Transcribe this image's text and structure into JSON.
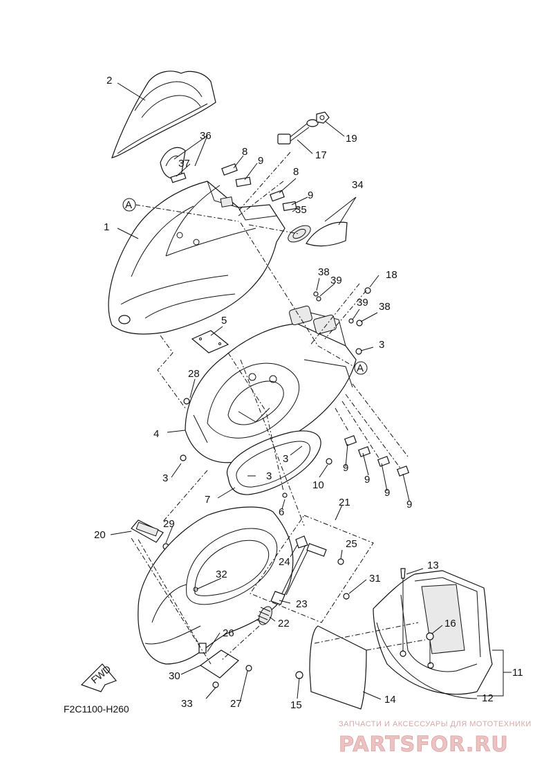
{
  "diagram_code": "F2C1100-H260",
  "fwd_label": "FWD",
  "reference_label": "A",
  "watermark": {
    "tagline": "ЗАПЧАСТИ И АКСЕССУАРЫ ДЛЯ МОТОТЕХНИКИ",
    "brand": "PARTSFOR.RU"
  },
  "callouts": [
    {
      "id": "c1",
      "text": "1"
    },
    {
      "id": "c2",
      "text": "2"
    },
    {
      "id": "c3a",
      "text": "3"
    },
    {
      "id": "c3b",
      "text": "3"
    },
    {
      "id": "c3c",
      "text": "3"
    },
    {
      "id": "c3d",
      "text": "3"
    },
    {
      "id": "c4",
      "text": "4"
    },
    {
      "id": "c5",
      "text": "5"
    },
    {
      "id": "c6",
      "text": "6"
    },
    {
      "id": "c7",
      "text": "7"
    },
    {
      "id": "c8a",
      "text": "8"
    },
    {
      "id": "c8b",
      "text": "8"
    },
    {
      "id": "c9a",
      "text": "9"
    },
    {
      "id": "c9b",
      "text": "9"
    },
    {
      "id": "c9c",
      "text": "9"
    },
    {
      "id": "c9d",
      "text": "9"
    },
    {
      "id": "c9e",
      "text": "9"
    },
    {
      "id": "c9f",
      "text": "9"
    },
    {
      "id": "c10",
      "text": "10"
    },
    {
      "id": "c11",
      "text": "11"
    },
    {
      "id": "c12",
      "text": "12"
    },
    {
      "id": "c13",
      "text": "13"
    },
    {
      "id": "c14",
      "text": "14"
    },
    {
      "id": "c15",
      "text": "15"
    },
    {
      "id": "c16",
      "text": "16"
    },
    {
      "id": "c17",
      "text": "17"
    },
    {
      "id": "c18",
      "text": "18"
    },
    {
      "id": "c19",
      "text": "19"
    },
    {
      "id": "c20",
      "text": "20"
    },
    {
      "id": "c21",
      "text": "21"
    },
    {
      "id": "c22",
      "text": "22"
    },
    {
      "id": "c23",
      "text": "23"
    },
    {
      "id": "c24",
      "text": "24"
    },
    {
      "id": "c25",
      "text": "25"
    },
    {
      "id": "c26",
      "text": "26"
    },
    {
      "id": "c27",
      "text": "27"
    },
    {
      "id": "c28",
      "text": "28"
    },
    {
      "id": "c29",
      "text": "29"
    },
    {
      "id": "c30",
      "text": "30"
    },
    {
      "id": "c31",
      "text": "31"
    },
    {
      "id": "c32",
      "text": "32"
    },
    {
      "id": "c33",
      "text": "33"
    },
    {
      "id": "c34",
      "text": "34"
    },
    {
      "id": "c35",
      "text": "35"
    },
    {
      "id": "c36",
      "text": "36"
    },
    {
      "id": "c37",
      "text": "37"
    },
    {
      "id": "c38a",
      "text": "38"
    },
    {
      "id": "c38b",
      "text": "38"
    },
    {
      "id": "c39a",
      "text": "39"
    },
    {
      "id": "c39b",
      "text": "39"
    }
  ]
}
